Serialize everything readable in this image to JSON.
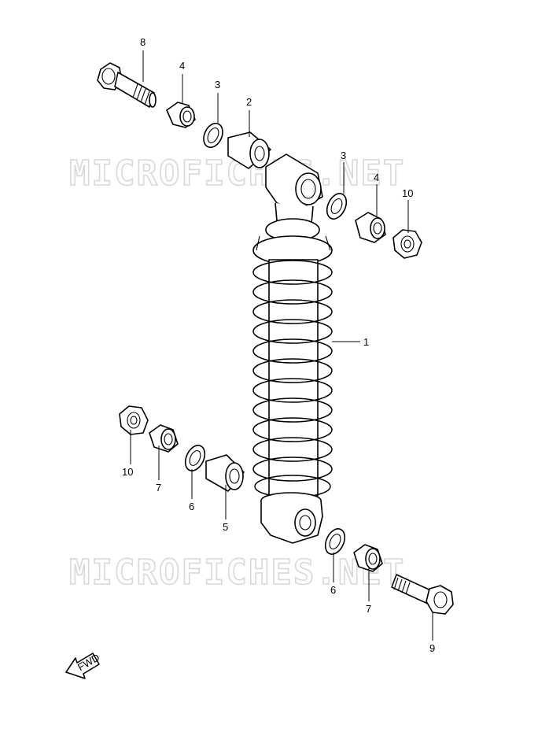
{
  "watermark": "MICROFICHES.NET",
  "fwd_label": "FWD",
  "callouts": {
    "c1": "1",
    "c2": "2",
    "c3_top": "3",
    "c3_right": "3",
    "c4_top": "4",
    "c4_right": "4",
    "c5": "5",
    "c6_left": "6",
    "c6_right": "6",
    "c7_left": "7",
    "c7_right": "7",
    "c8": "8",
    "c9": "9",
    "c10_right": "10",
    "c10_left": "10"
  }
}
